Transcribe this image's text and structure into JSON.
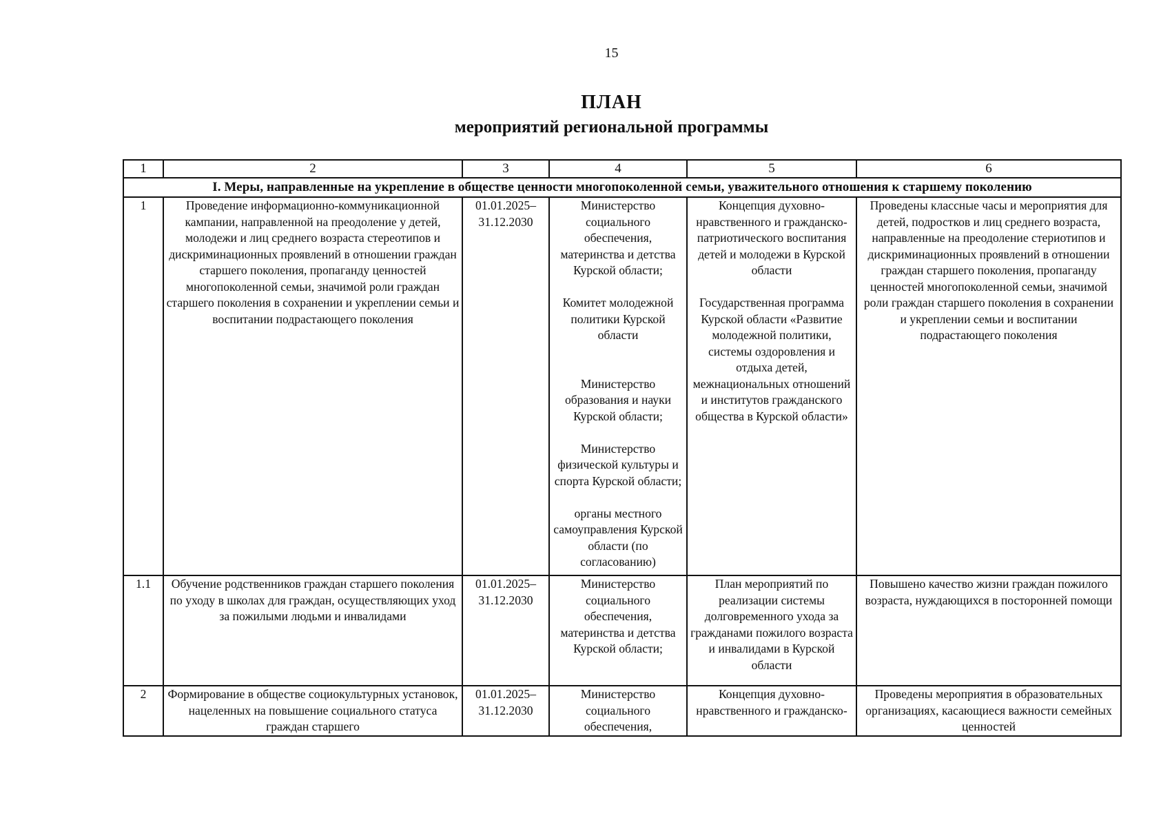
{
  "page_number": "15",
  "title": "ПЛАН",
  "subtitle": "мероприятий региональной программы",
  "table": {
    "column_numbers": [
      "1",
      "2",
      "3",
      "4",
      "5",
      "6"
    ],
    "section_title": "I. Меры, направленные на укрепление в обществе ценности многопоколенной семьи, уважительного отношения к старшему поколению",
    "rows": [
      {
        "num": "1",
        "activity": "Проведение информационно-коммуникационной кампании, направленной на преодоление у детей, молодежи и лиц среднего возраста стереотипов и дискриминационных проявлений в отношении граждан старшего поколения, пропаганду ценностей многопоколенной семьи, значимой роли граждан старшего поколения в сохранении и укреплении семьи и воспитании подрастающего поколения",
        "period": "01.01.2025– 31.12.2030",
        "executors": [
          "Министерство социального обеспечения, материнства и детства Курской области;",
          "Комитет молодежной политики Курской области",
          "Министерство образования и науки Курской области;",
          "Министерство физической культуры и спорта Курской области;",
          "органы местного самоуправления Курской области (по согласованию)"
        ],
        "documents": [
          "Концепция духовно-нравственного и гражданско-патриотического воспитания детей и молодежи в Курской области",
          "Государственная программа Курской области «Развитие молодежной политики, системы оздоровления и отдыха детей, межнациональных отношений и институтов гражданского общества в Курской области»"
        ],
        "result": "Проведены классные часы и мероприятия для детей, подростков и лиц среднего возраста, направленные на преодоление стериотипов и дискриминационных проявлений в отношении граждан старшего поколения, пропаганду ценностей многопоколенной семьи, значимой роли граждан старшего поколения в сохранении и укреплении семьи и воспитании подрастающего поколения"
      },
      {
        "num": "1.1",
        "activity": "Обучение родственников граждан старшего поколения по уходу в школах для граждан, осуществляющих уход за пожилыми людьми и инвалидами",
        "period": "01.01.2025– 31.12.2030",
        "executors": [
          "Министерство социального обеспечения, материнства и детства Курской области;"
        ],
        "documents": [
          "План мероприятий по реализации системы долговременного ухода за гражданами пожилого возраста и инвалидами в Курской области"
        ],
        "result": "Повышено качество жизни граждан пожилого возраста, нуждающихся в посторонней помощи"
      },
      {
        "num": "2",
        "activity": "Формирование в обществе социокультурных установок, нацеленных на повышение социального статуса граждан старшего",
        "period": "01.01.2025– 31.12.2030",
        "executors": [
          "Министерство социального обеспечения,"
        ],
        "documents": [
          "Концепция духовно-нравственного и гражданско-"
        ],
        "result": "Проведены мероприятия в образовательных организациях, касающиеся важности семейных ценностей"
      }
    ]
  }
}
